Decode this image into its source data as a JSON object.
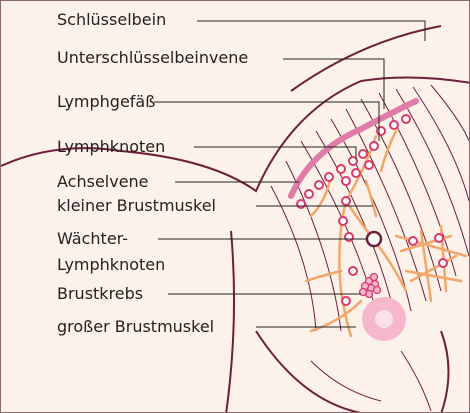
{
  "labels": {
    "clavicle": "Schlüsselbein",
    "subclavian_vein": "Unterschlüsselbeinvene",
    "lymph_vessel": "Lymphgefäß",
    "lymph_nodes": "Lymphknoten",
    "axillary_vein": "Achselvene",
    "pec_minor": "kleiner Brustmuskel",
    "sentinel_line1": "Wächter-",
    "sentinel_line2": "Lymphknoten",
    "cancer": "Brustkrebs",
    "pec_major": "großer Brustmuskel"
  },
  "colors": {
    "background": "#fdf2ea",
    "outline": "#6e1f3a",
    "vein": "#e07aa9",
    "lymph_vessel": "#f2a66a",
    "lymph_node": "#d83a6c",
    "muscle_line": "#6e1f3a",
    "areola": "#f6b7cd",
    "nipple": "#fbe0ea",
    "leader": "#222222"
  }
}
